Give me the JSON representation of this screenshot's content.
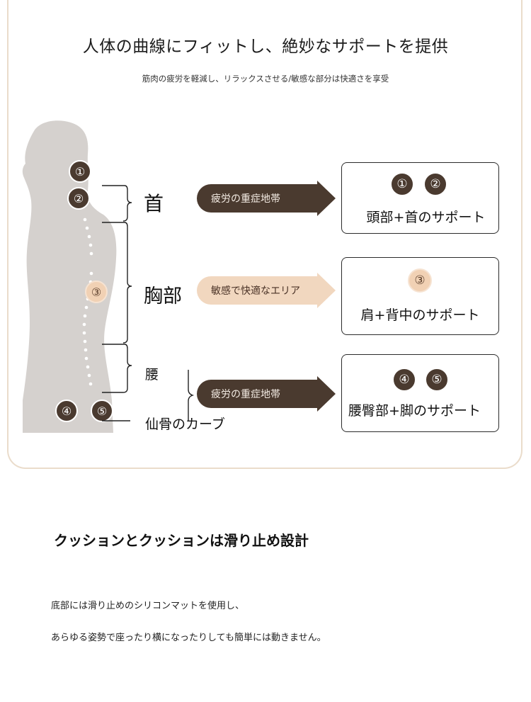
{
  "header": {
    "title": "人体の曲線にフィットし、絶妙なサポートを提供",
    "subtitle": "筋肉の疲労を軽減し、リラックスさせる/敏感な部分は快適さを享受"
  },
  "figure": {
    "markers": [
      "①",
      "②",
      "③",
      "④",
      "⑤"
    ],
    "labels": {
      "neck": "首",
      "chest": "胸部",
      "waist": "腰",
      "sacrum": "仙骨のカーブ"
    }
  },
  "arrows": [
    {
      "text": "疲労の重症地帯",
      "tone": "dark"
    },
    {
      "text": "敏感で快適なエリア",
      "tone": "light"
    },
    {
      "text": "疲労の重症地帯",
      "tone": "dark"
    }
  ],
  "boxes": [
    {
      "markers": [
        "①",
        "②"
      ],
      "text": "頭部+首のサポート"
    },
    {
      "markers": [
        "③"
      ],
      "text": "肩+背中のサポート"
    },
    {
      "markers": [
        "④",
        "⑤"
      ],
      "text": "腰臀部+脚のサポート"
    }
  ],
  "section": {
    "title": "クッションとクッションは滑り止め設計",
    "lines": [
      "底部には滑り止めのシリコンマットを使用し、",
      "あらゆる姿勢で座ったり横になったりしても簡単には動きません。"
    ]
  },
  "colors": {
    "dark_brown": "#4a3a2f",
    "peach": "#f1d7bf",
    "silhouette": "#d5d1ce",
    "panel_border": "#eadccb"
  }
}
